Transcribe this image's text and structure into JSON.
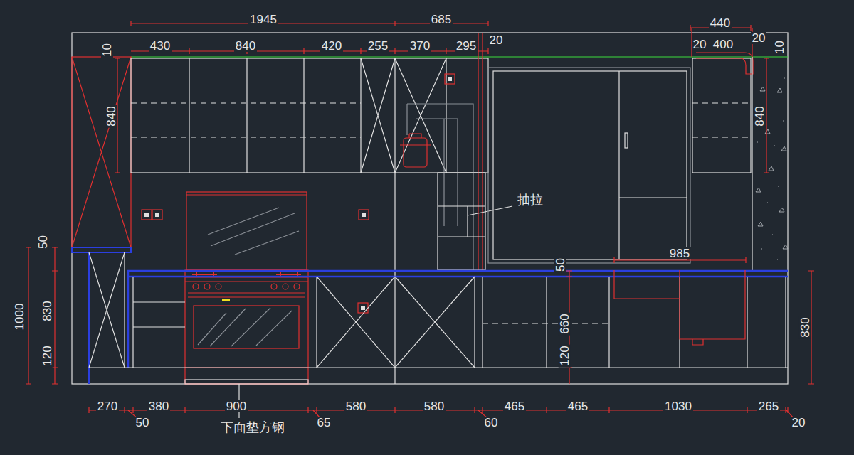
{
  "diagram": {
    "labels": [
      "1945",
      "685",
      "440",
      "20",
      "10",
      "430",
      "840",
      "420",
      "255",
      "370",
      "295",
      "20",
      "20",
      "400",
      "10",
      "840",
      "840",
      "抽拉",
      "50",
      "985",
      "50",
      "1000",
      "830",
      "660",
      "830",
      "120",
      "120",
      "270",
      "380",
      "900",
      "580",
      "580",
      "465",
      "465",
      "1030",
      "265",
      "50",
      "下面垫方钢",
      "65",
      "60",
      "20"
    ]
  }
}
